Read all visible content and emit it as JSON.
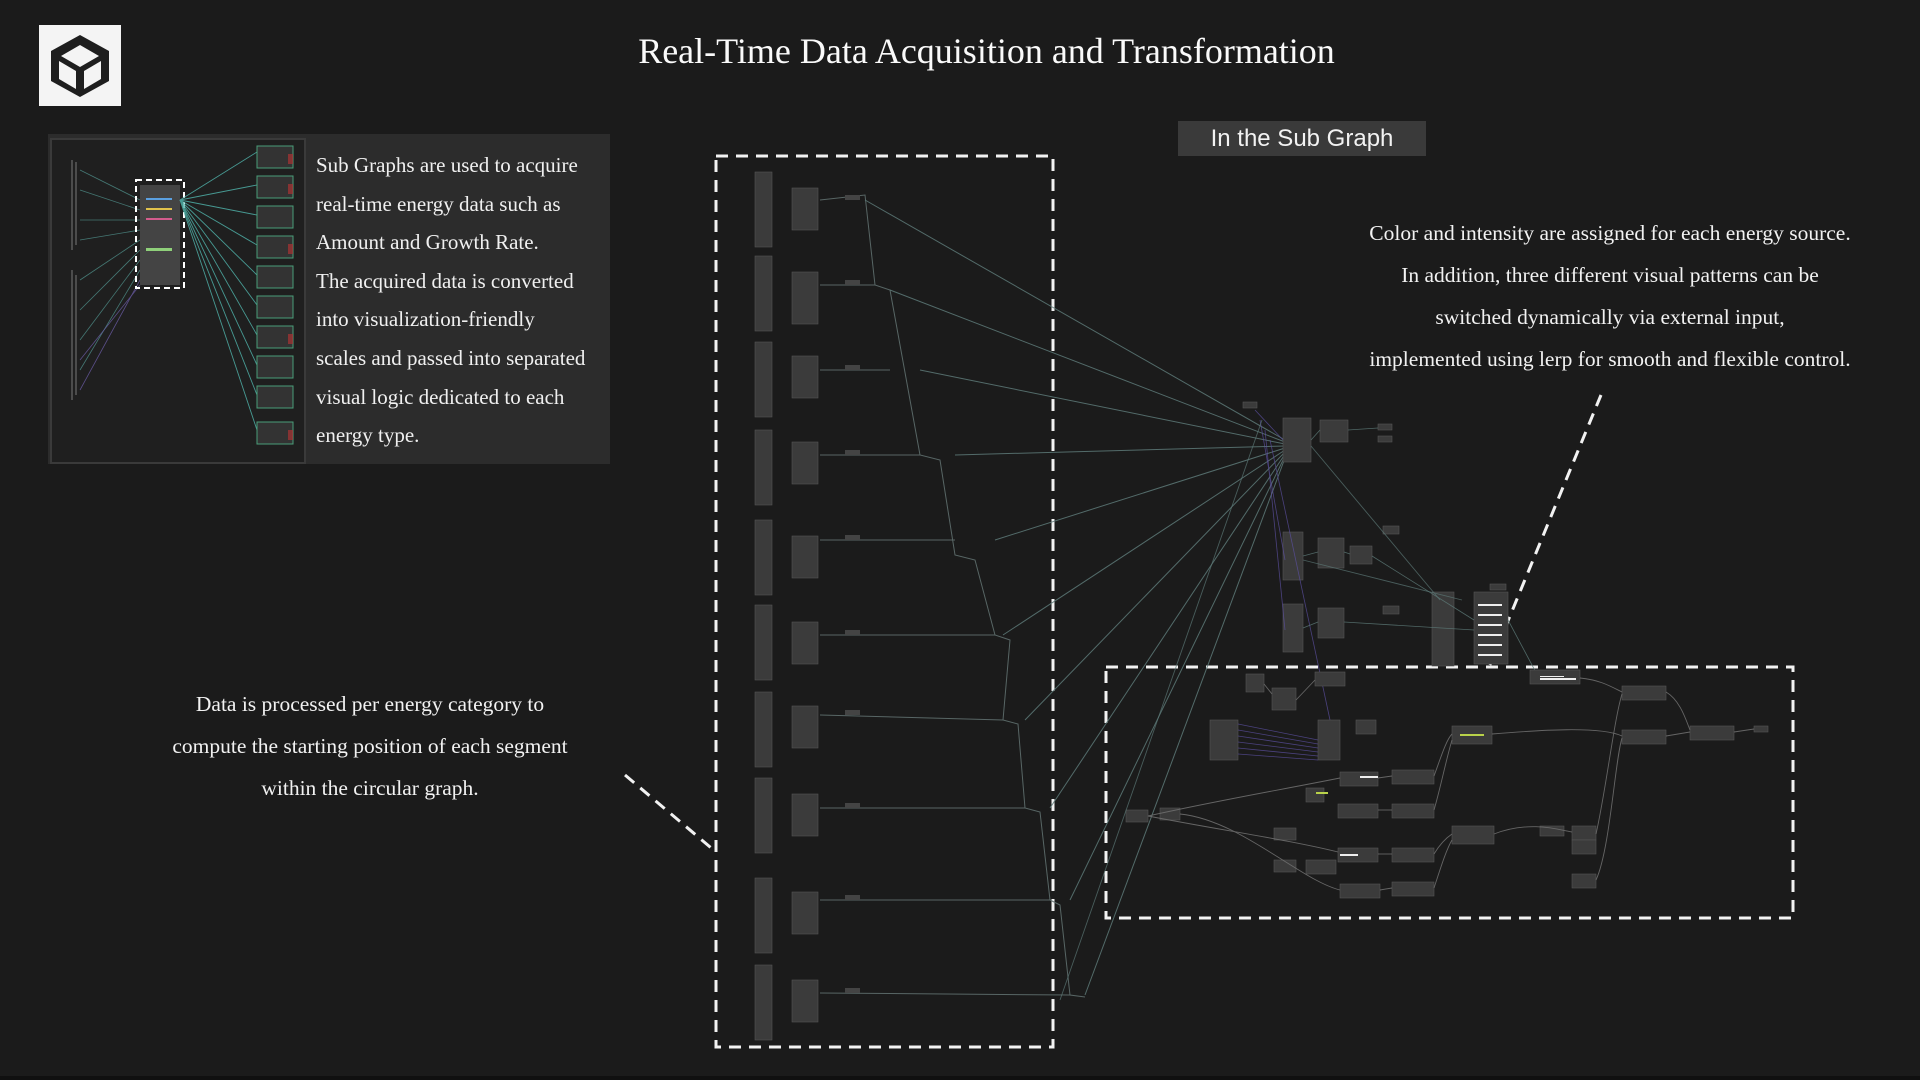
{
  "title": "Real-Time Data Acquisition and Transformation",
  "logo": {
    "icon": "unity-logo-icon"
  },
  "sub_graph_label": "In the Sub Graph",
  "intro_text": [
    "Sub Graphs are used to acquire",
    "real-time energy data such as",
    "Amount and Growth Rate.",
    "The acquired data is converted",
    "into visualization-friendly",
    "scales and passed into separated",
    "visual logic dedicated to each",
    "energy type."
  ],
  "color_text": [
    "Color and intensity are assigned for each energy source.",
    "In addition, three different visual patterns can be",
    "switched dynamically via external input,",
    "implemented using lerp for smooth and flexible control."
  ],
  "data_text": [
    "Data is processed per energy category to",
    "compute the starting position of each segment",
    "within the circular graph."
  ],
  "colors": {
    "background": "#1b1b1b",
    "panel": "#2c2c2c",
    "label_bg": "#3a3a3a",
    "node": "#3a3a3a",
    "wire": "#5d7a78",
    "dashed": "#f2f2f2"
  }
}
